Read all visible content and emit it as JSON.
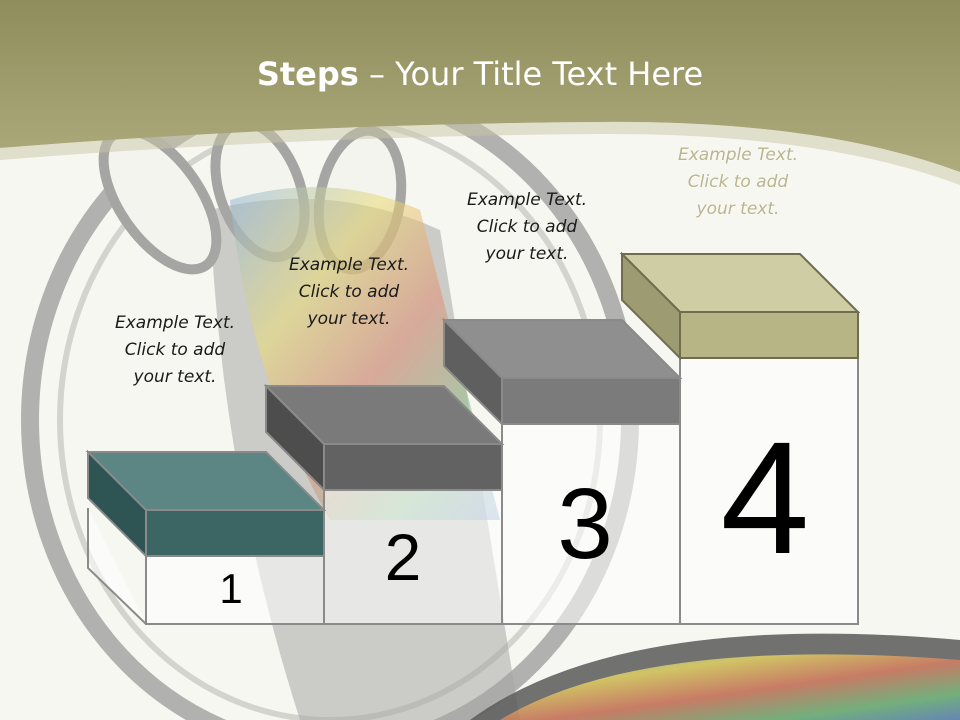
{
  "title": {
    "bold": "Steps",
    "rest": " – Your Title Text Here"
  },
  "steps": [
    {
      "number": "1",
      "text_lines": [
        "Example Text.",
        "Click  to add",
        "your text."
      ],
      "color": "#2e5c5a"
    },
    {
      "number": "2",
      "text_lines": [
        "Example Text.",
        "Click  to add",
        "your text."
      ],
      "color": "#666666"
    },
    {
      "number": "3",
      "text_lines": [
        "Example Text.",
        "Click  to add",
        "your text."
      ],
      "color": "#7d7d7d"
    },
    {
      "number": "4",
      "text_lines": [
        "Example Text.",
        "Click  to add",
        "your text."
      ],
      "color": "#b3b283"
    }
  ],
  "colors": {
    "header": "#a6a474",
    "background": "#f7f7f1"
  }
}
